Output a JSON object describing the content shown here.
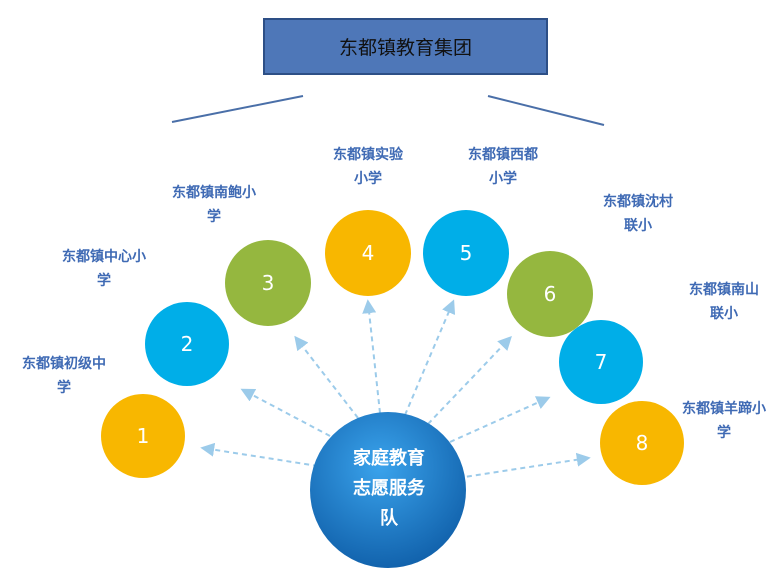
{
  "header": {
    "title": "东都镇教育集团"
  },
  "hub": {
    "label": "家庭教育\n志愿服务\n队"
  },
  "colors": {
    "yellow": "#f8b700",
    "blue": "#00aee8",
    "green": "#95b73f",
    "hub": "#1876c6",
    "title_fill": "#4e77b8",
    "label": "#3f6ab4"
  },
  "nodes": [
    {
      "number": "1",
      "color": "yellow",
      "school": "东都镇初级中\n学"
    },
    {
      "number": "2",
      "color": "blue",
      "school": "东都镇中心小\n学"
    },
    {
      "number": "3",
      "color": "green",
      "school": "东都镇南鲍小\n学"
    },
    {
      "number": "4",
      "color": "yellow",
      "school": "东都镇实验\n小学"
    },
    {
      "number": "5",
      "color": "blue",
      "school": "东都镇西都\n小学"
    },
    {
      "number": "6",
      "color": "green",
      "school": "东都镇沈村\n联小"
    },
    {
      "number": "7",
      "color": "blue",
      "school": "东都镇南山\n联小"
    },
    {
      "number": "8",
      "color": "yellow",
      "school": "东都镇羊蹄小\n学"
    }
  ]
}
